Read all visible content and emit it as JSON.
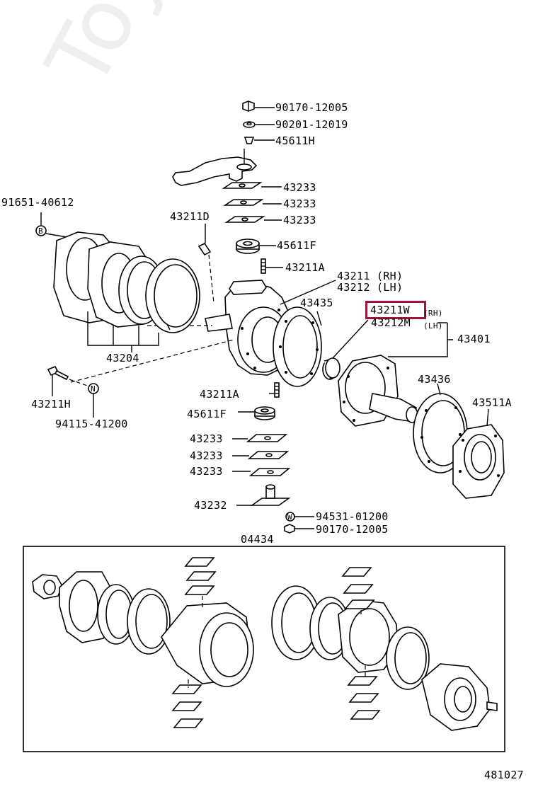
{
  "watermark": "Toyota-Engine.ru",
  "figure_number": "481027",
  "selected_part": "43211W",
  "part_labels": {
    "p_90170_12005_top": "90170-12005",
    "p_90201_12019": "90201-12019",
    "p_45611H": "45611H",
    "p_43233_a": "43233",
    "p_43233_b": "43233",
    "p_43233_c": "43233",
    "p_91651_40612": "91651-40612",
    "p_43211D": "43211D",
    "p_45611F_top": "45611F",
    "p_43211A_top": "43211A",
    "p_43211_rh": "43211 (RH)",
    "p_43212_lh": "43212 (LH)",
    "p_43435": "43435",
    "p_43211W": "43211W",
    "p_43211W_side": "(RH)",
    "p_43212M": "43212M",
    "p_43212M_side": "(LH)",
    "p_43401": "43401",
    "p_43204": "43204",
    "p_43211H": "43211H",
    "p_94115_41200": "94115-41200",
    "p_43211A_bot": "43211A",
    "p_45611F_bot": "45611F",
    "p_43436": "43436",
    "p_43511A": "43511A",
    "p_43233_d": "43233",
    "p_43233_e": "43233",
    "p_43233_f": "43233",
    "p_43232": "43232",
    "p_94531_01200": "94531-01200",
    "p_90170_12005_bot": "90170-12005",
    "p_04434": "04434"
  },
  "markers": {
    "b": "B",
    "n": "N",
    "w": "W"
  }
}
